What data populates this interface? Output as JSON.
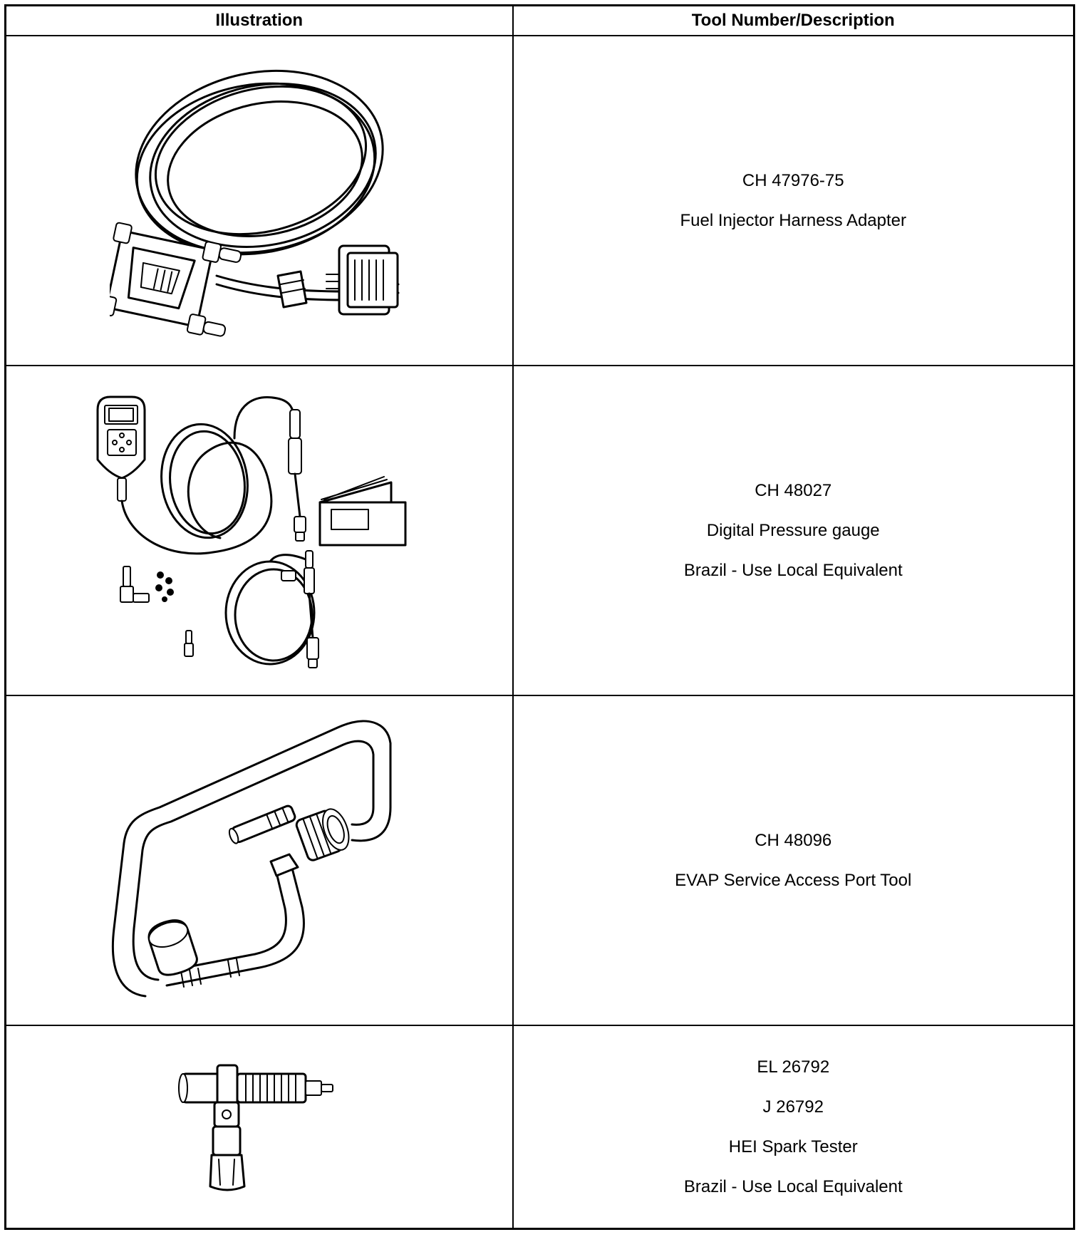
{
  "table": {
    "headers": {
      "illustration": "Illustration",
      "tool": "Tool Number/Description"
    },
    "rows": [
      {
        "illustration_icon": "harness-adapter-illustration",
        "lines": [
          "CH 47976-75",
          "Fuel Injector Harness Adapter"
        ]
      },
      {
        "illustration_icon": "digital-pressure-gauge-illustration",
        "lines": [
          "CH 48027",
          "Digital Pressure gauge",
          "Brazil - Use Local Equivalent"
        ]
      },
      {
        "illustration_icon": "evap-port-tool-illustration",
        "lines": [
          "CH 48096",
          "EVAP Service Access Port Tool"
        ]
      },
      {
        "illustration_icon": "spark-tester-illustration",
        "lines": [
          "EL 26792",
          "J 26792",
          "HEI Spark Tester",
          "Brazil - Use Local Equivalent"
        ]
      }
    ]
  }
}
